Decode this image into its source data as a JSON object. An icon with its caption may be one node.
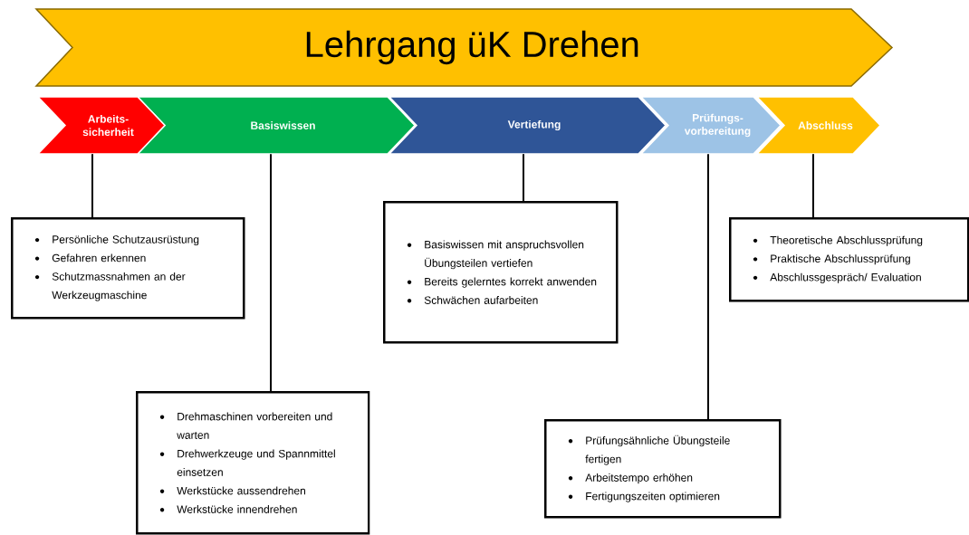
{
  "diagram": {
    "nodes": [
      {
        "text": [
          "Lehrgang üK Drehen"
        ]
      },
      {
        "text": [
          "Arbeits-sicherheit"
        ]
      },
      {
        "text": [
          "Basiswissen"
        ]
      },
      {
        "text": [
          "Vertiefung"
        ]
      },
      {
        "text": [
          "Prüfungs-vorbereitung"
        ]
      },
      {
        "text": [
          "Abschluss"
        ]
      },
      {
        "text": [
          "Persönliche Schutzausrüstung",
          "Gefahren erkennen",
          "Schutzmassnahmen an der Werkzeugmaschine"
        ]
      },
      {
        "text": [
          "Drehmaschinen vorbereiten und warten",
          "Drehwerkzeuge und Spannmittel einsetzen",
          "Werkstücke aussendrehen",
          "Werkstücke innendrehen"
        ]
      },
      {
        "text": [
          "Basiswissen mit anspruchsvollen Übungsteilen vertiefen",
          "Bereits gelerntes korrekt anwenden",
          "Schwächen aufarbeiten"
        ]
      },
      {
        "text": [
          "Prüfungsähnliche Übungsteile fertigen",
          "Arbeitstempo erhöhen",
          "Fertigungszeiten optimieren"
        ]
      },
      {
        "text": [
          "Theoretische Abschlussprüfung",
          "Praktische Abschlussprüfung",
          "Abschlussgespräch/ Evaluation"
        ]
      }
    ],
    "edges": [
      {
        "from": 1,
        "to": 6,
        "arrow": "none"
      },
      {
        "from": 2,
        "to": 7,
        "arrow": "none"
      },
      {
        "from": 3,
        "to": 8,
        "arrow": "none"
      },
      {
        "from": 4,
        "to": 9,
        "arrow": "none"
      },
      {
        "from": 5,
        "to": 10,
        "arrow": "none"
      }
    ]
  }
}
